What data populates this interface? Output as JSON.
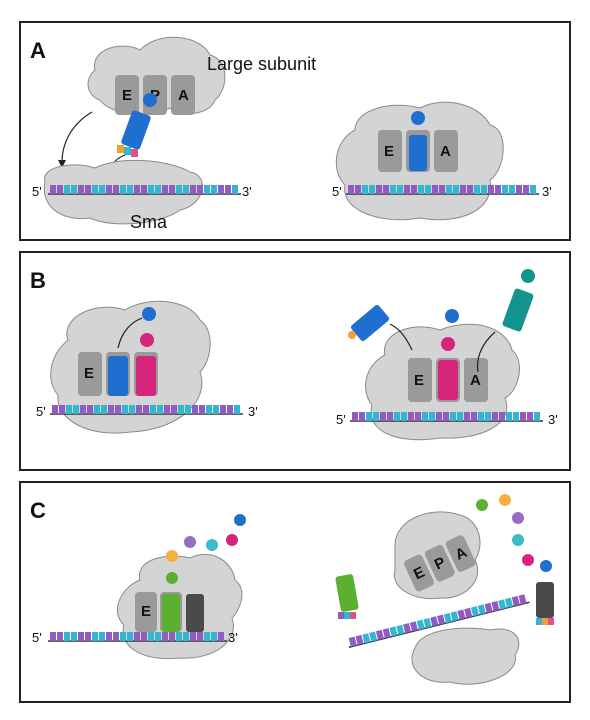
{
  "panels": [
    {
      "letter": "A",
      "labels": {
        "large_subunit": "Large subunit",
        "small_subunit": "Sma"
      }
    },
    {
      "letter": "B"
    },
    {
      "letter": "C"
    }
  ],
  "sites": {
    "E": "E",
    "P": "P",
    "A": "A"
  },
  "primes": {
    "five": "5'",
    "three": "3'"
  },
  "colors": {
    "ribosome": "#d4d4d4",
    "ribosome_stroke": "#8a8a8a",
    "slot": "#9a9a9a",
    "trna_blue": "#1f6fd1",
    "trna_pink": "#d6267c",
    "trna_teal": "#14948e",
    "trna_green": "#5bb030",
    "trna_dark": "#4a4a4a",
    "aa_purple": "#9a6cc4",
    "aa_orange": "#f5b041",
    "aa_cyan": "#3bbcc8",
    "base_purple": "#8e5cc2",
    "base_orange": "#f0a030",
    "base_cyan": "#35b6cf",
    "base_pink": "#e0508a"
  }
}
